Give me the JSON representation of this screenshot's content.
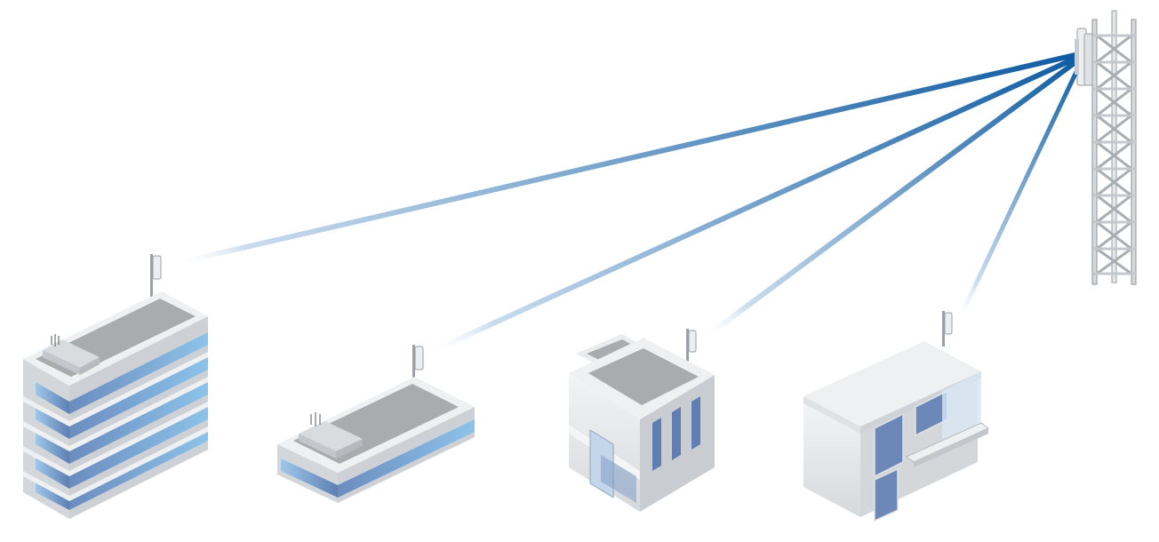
{
  "diagram": {
    "type": "point-to-multipoint-wireless",
    "colors": {
      "beam": "#0d5aa0",
      "beam_fade": "#c9dcee",
      "tower": "#d7dadd",
      "tower_edge": "#8c9196",
      "roof": "#a9acae",
      "wall_light": "#eef0f1",
      "wall_mid": "#d9dcdf",
      "wall_dark": "#c3c7cb",
      "glass": "#7fb8e0",
      "glass_dark": "#5f7fb2"
    },
    "base_station": {
      "name": "tower",
      "icon": "lattice-tower-icon"
    },
    "clients": [
      {
        "name": "office-tower",
        "icon": "tall-office-building-icon"
      },
      {
        "name": "low-office",
        "icon": "low-office-building-icon"
      },
      {
        "name": "cube-building",
        "icon": "cube-building-icon"
      },
      {
        "name": "residence",
        "icon": "modern-house-icon"
      }
    ]
  }
}
